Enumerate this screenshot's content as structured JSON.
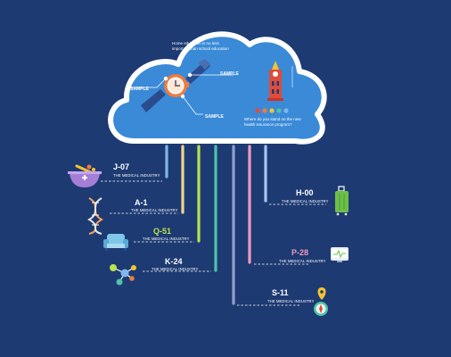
{
  "cloud": {
    "top_text": [
      "Home education is no less",
      "important than school education"
    ],
    "question": [
      "Where do you stand on the new",
      "health insurance program?"
    ],
    "samples": [
      "SAMPLE",
      "SAMPLE",
      "SAMPLE"
    ]
  },
  "items": [
    {
      "code": "J-07",
      "subtitle": "THE MEDICAL INDUSTRY",
      "icon": "mortar-pestle-icon",
      "color": "#ffffff"
    },
    {
      "code": "A-1",
      "subtitle": "THE MEDICAL INDUSTRY",
      "icon": "dna-icon",
      "color": "#ffffff"
    },
    {
      "code": "Q-51",
      "subtitle": "THE MEDICAL INDUSTRY",
      "icon": "armchair-icon",
      "color": "#b9e34d"
    },
    {
      "code": "K-24",
      "subtitle": "THE MEDICAL INDUSTRY",
      "icon": "molecule-icon",
      "color": "#ffffff"
    },
    {
      "code": "H-00",
      "subtitle": "THE MEDICAL INDUSTRY",
      "icon": "luggage-icon",
      "color": "#ffffff"
    },
    {
      "code": "P-28",
      "subtitle": "THE MEDICAL INDUSTRY",
      "icon": "heart-monitor-icon",
      "color": "#f09ac0"
    },
    {
      "code": "S-11",
      "subtitle": "THE MEDICAL INDUSTRY",
      "icon": "compass-pin-icon",
      "color": "#ffffff"
    }
  ],
  "colors": {
    "background": "#1d3a72",
    "cloud": "#3a8ad8",
    "cloud_border": "#ffffff",
    "bar_colors": [
      "#7fb8e8",
      "#f4d48a",
      "#b9e34d",
      "#4fc3a7",
      "#8fa0c8",
      "#f09ac0",
      "#a8c7ea"
    ]
  }
}
